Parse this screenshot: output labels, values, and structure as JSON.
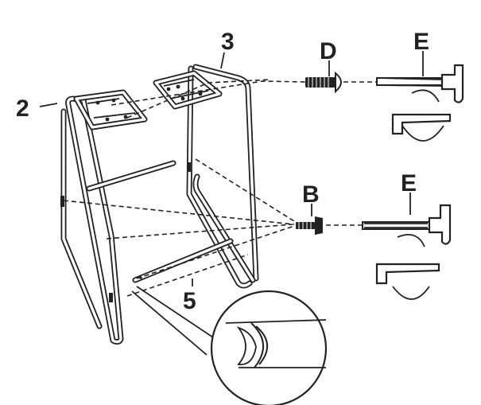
{
  "labels": {
    "frame_left": "2",
    "frame_right": "3",
    "crossbar": "5",
    "bolt_long": "D",
    "bolt_short": "B",
    "tool_top": "E",
    "tool_bottom": "E"
  },
  "colors": {
    "ink": "#222222",
    "paper": "#ffffff"
  },
  "icons": {
    "bolt_long": "long-bolt-icon",
    "bolt_short": "countersunk-bolt-icon",
    "tool_top": "t-handle-hex-key-icon",
    "tool_bottom": "t-handle-hex-key-icon",
    "detail": "magnified-tube-end-icon"
  }
}
